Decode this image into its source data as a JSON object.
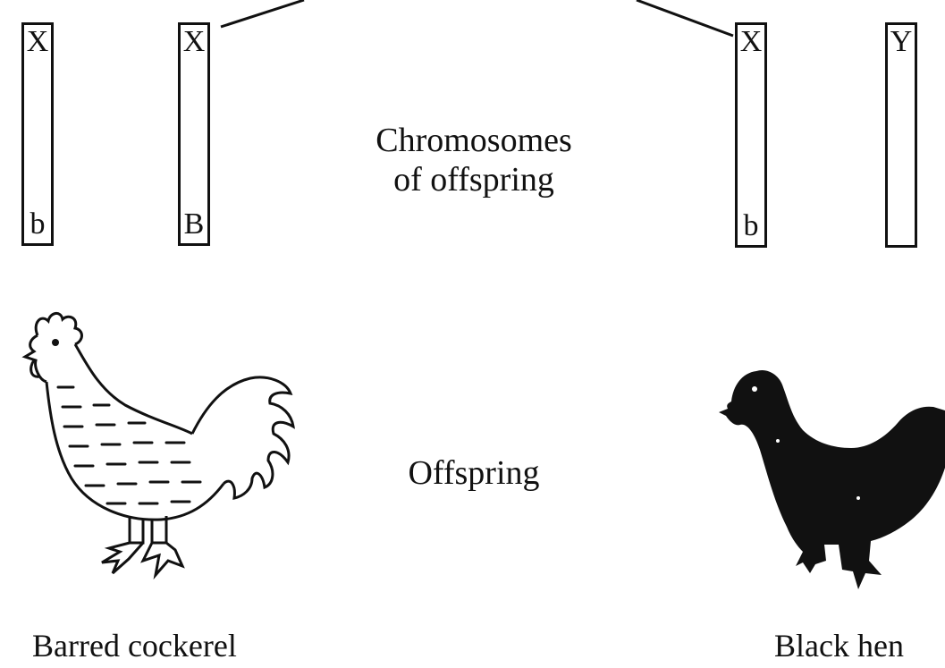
{
  "chromosomes": [
    {
      "top_label": "X",
      "bottom_label": "b"
    },
    {
      "top_label": "X",
      "bottom_label": "B"
    },
    {
      "top_label": "X",
      "bottom_label": "b"
    },
    {
      "top_label": "Y",
      "bottom_label": ""
    }
  ],
  "labels": {
    "chromosomes_line1": "Chromosomes",
    "chromosomes_line2": "of offspring",
    "offspring": "Offspring",
    "left_caption": "Barred cockerel",
    "right_caption": "Black hen"
  }
}
